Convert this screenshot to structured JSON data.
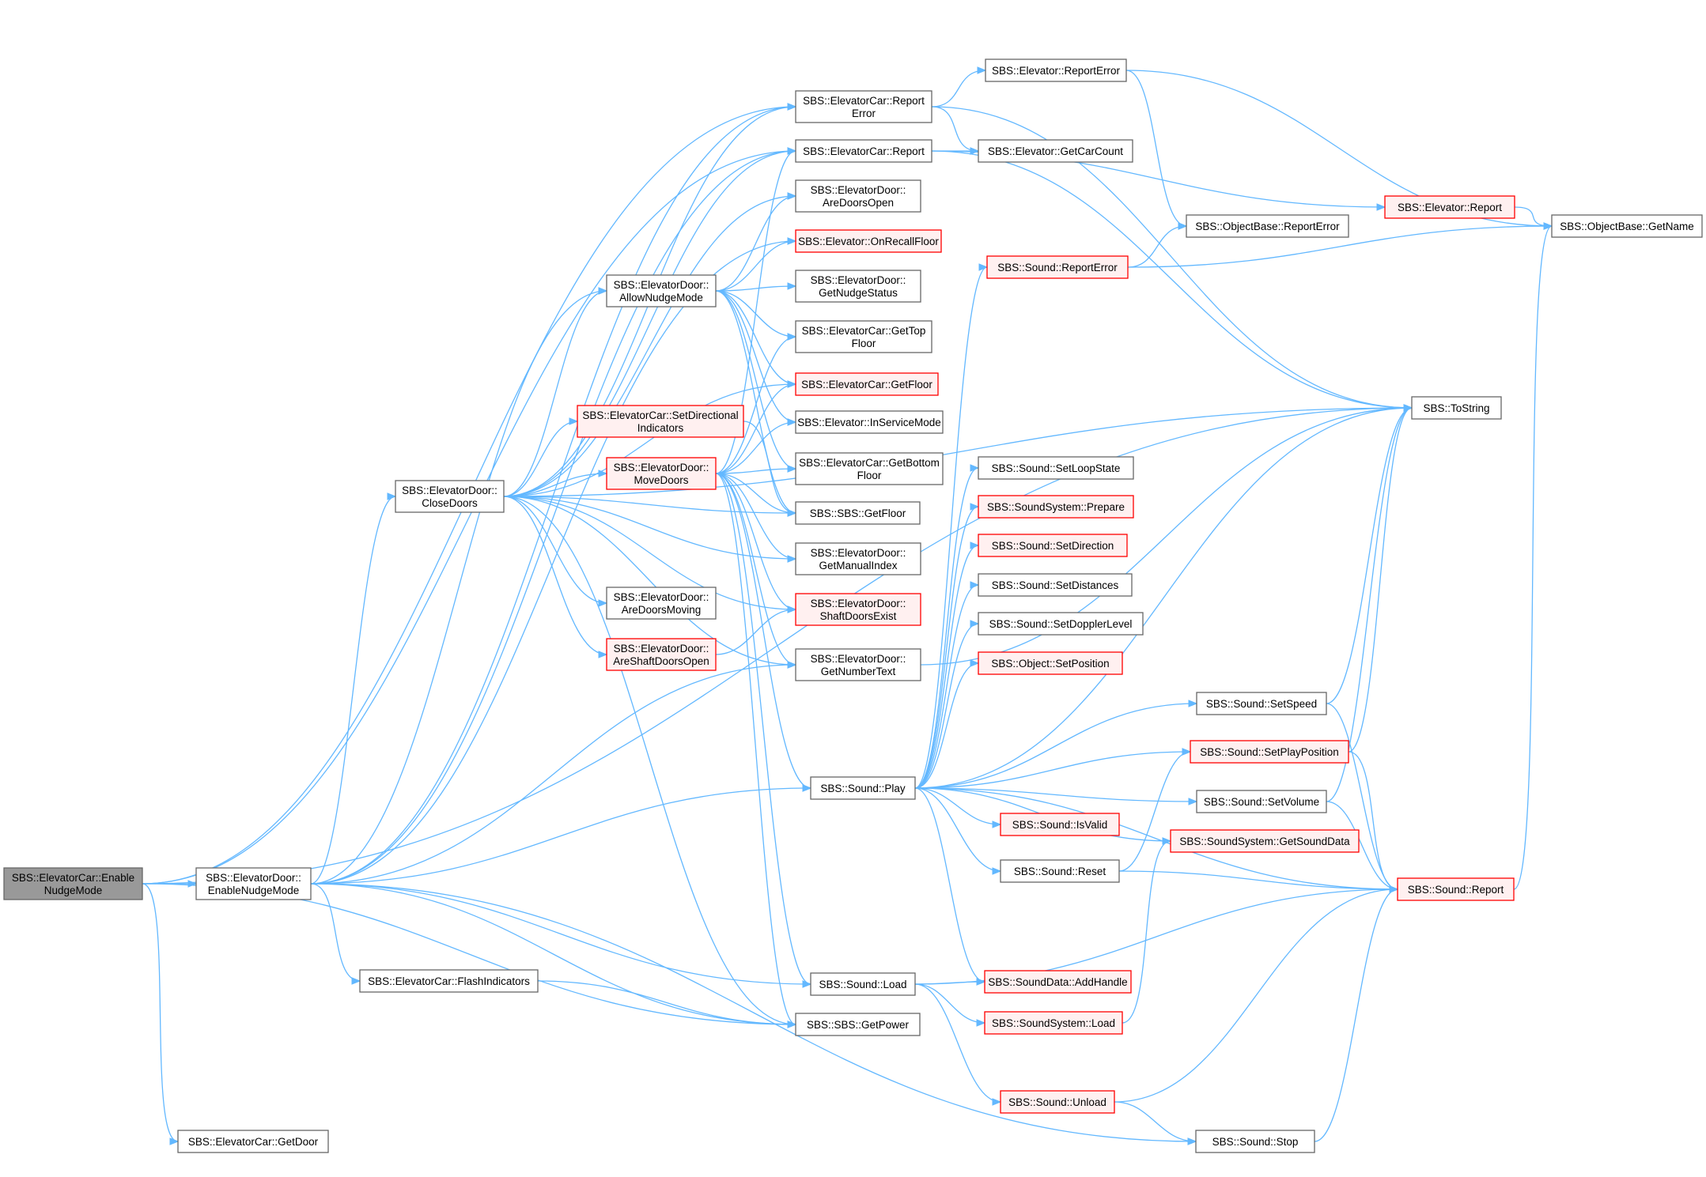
{
  "graph": {
    "colors": {
      "edge": "#63b8ff",
      "root_fill": "#999999",
      "root_stroke": "#666666",
      "default_fill": "#ffffff",
      "default_stroke": "#666666",
      "warn_fill": "#fff0f0",
      "warn_stroke": "#ff0000"
    },
    "nodes": [
      {
        "id": "root",
        "style": "root",
        "lines": [
          "SBS::ElevatorCar::Enable",
          "NudgeMode"
        ]
      },
      {
        "id": "edNudge",
        "style": "default",
        "lines": [
          "SBS::ElevatorDoor::",
          "EnableNudgeMode"
        ]
      },
      {
        "id": "getDoor",
        "style": "default",
        "lines": [
          "SBS::ElevatorCar::GetDoor"
        ]
      },
      {
        "id": "closeDoors",
        "style": "default",
        "lines": [
          "SBS::ElevatorDoor::",
          "CloseDoors"
        ]
      },
      {
        "id": "flash",
        "style": "default",
        "lines": [
          "SBS::ElevatorCar::FlashIndicators"
        ]
      },
      {
        "id": "allowNudge",
        "style": "default",
        "lines": [
          "SBS::ElevatorDoor::",
          "AllowNudgeMode"
        ]
      },
      {
        "id": "setDir",
        "style": "warn",
        "lines": [
          "SBS::ElevatorCar::SetDirectional",
          "Indicators"
        ]
      },
      {
        "id": "moveDoors",
        "style": "warn",
        "lines": [
          "SBS::ElevatorDoor::",
          "MoveDoors"
        ]
      },
      {
        "id": "areMoving",
        "style": "default",
        "lines": [
          "SBS::ElevatorDoor::",
          "AreDoorsMoving"
        ]
      },
      {
        "id": "areShaftOpen",
        "style": "warn",
        "lines": [
          "SBS::ElevatorDoor::",
          "AreShaftDoorsOpen"
        ]
      },
      {
        "id": "carReportErr",
        "style": "default",
        "lines": [
          "SBS::ElevatorCar::Report",
          "Error"
        ]
      },
      {
        "id": "carReport",
        "style": "default",
        "lines": [
          "SBS::ElevatorCar::Report"
        ]
      },
      {
        "id": "areOpen",
        "style": "default",
        "lines": [
          "SBS::ElevatorDoor::",
          "AreDoorsOpen"
        ]
      },
      {
        "id": "onRecall",
        "style": "warn",
        "lines": [
          "SBS::Elevator::OnRecallFloor"
        ]
      },
      {
        "id": "getNudgeStatus",
        "style": "default",
        "lines": [
          "SBS::ElevatorDoor::",
          "GetNudgeStatus"
        ]
      },
      {
        "id": "getTop",
        "style": "default",
        "lines": [
          "SBS::ElevatorCar::GetTop",
          "Floor"
        ]
      },
      {
        "id": "carGetFloor",
        "style": "warn",
        "lines": [
          "SBS::ElevatorCar::GetFloor"
        ]
      },
      {
        "id": "inService",
        "style": "default",
        "lines": [
          "SBS::Elevator::InServiceMode"
        ]
      },
      {
        "id": "getBottom",
        "style": "default",
        "lines": [
          "SBS::ElevatorCar::GetBottom",
          "Floor"
        ]
      },
      {
        "id": "sbsGetFloor",
        "style": "default",
        "lines": [
          "SBS::SBS::GetFloor"
        ]
      },
      {
        "id": "manualIndex",
        "style": "default",
        "lines": [
          "SBS::ElevatorDoor::",
          "GetManualIndex"
        ]
      },
      {
        "id": "shaftExist",
        "style": "warn",
        "lines": [
          "SBS::ElevatorDoor::",
          "ShaftDoorsExist"
        ]
      },
      {
        "id": "numberText",
        "style": "default",
        "lines": [
          "SBS::ElevatorDoor::",
          "GetNumberText"
        ]
      },
      {
        "id": "play",
        "style": "default",
        "lines": [
          "SBS::Sound::Play"
        ]
      },
      {
        "id": "load",
        "style": "default",
        "lines": [
          "SBS::Sound::Load"
        ]
      },
      {
        "id": "getPower",
        "style": "default",
        "lines": [
          "SBS::SBS::GetPower"
        ]
      },
      {
        "id": "elevReportErr",
        "style": "default",
        "lines": [
          "SBS::Elevator::ReportError"
        ]
      },
      {
        "id": "carCount",
        "style": "default",
        "lines": [
          "SBS::Elevator::GetCarCount"
        ]
      },
      {
        "id": "objReportErr",
        "style": "default",
        "lines": [
          "SBS::ObjectBase::ReportError"
        ]
      },
      {
        "id": "elevReport",
        "style": "warn",
        "lines": [
          "SBS::Elevator::Report"
        ]
      },
      {
        "id": "getName",
        "style": "default",
        "lines": [
          "SBS::ObjectBase::GetName"
        ]
      },
      {
        "id": "soundReportErr",
        "style": "warn",
        "lines": [
          "SBS::Sound::ReportError"
        ]
      },
      {
        "id": "toString",
        "style": "default",
        "lines": [
          "SBS::ToString"
        ]
      },
      {
        "id": "loopState",
        "style": "default",
        "lines": [
          "SBS::Sound::SetLoopState"
        ]
      },
      {
        "id": "prepare",
        "style": "warn",
        "lines": [
          "SBS::SoundSystem::Prepare"
        ]
      },
      {
        "id": "setDirection",
        "style": "warn",
        "lines": [
          "SBS::Sound::SetDirection"
        ]
      },
      {
        "id": "setDistances",
        "style": "default",
        "lines": [
          "SBS::Sound::SetDistances"
        ]
      },
      {
        "id": "doppler",
        "style": "default",
        "lines": [
          "SBS::Sound::SetDopplerLevel"
        ]
      },
      {
        "id": "setPosition",
        "style": "warn",
        "lines": [
          "SBS::Object::SetPosition"
        ]
      },
      {
        "id": "setSpeed",
        "style": "default",
        "lines": [
          "SBS::Sound::SetSpeed"
        ]
      },
      {
        "id": "playPos",
        "style": "warn",
        "lines": [
          "SBS::Sound::SetPlayPosition"
        ]
      },
      {
        "id": "isValid",
        "style": "warn",
        "lines": [
          "SBS::Sound::IsValid"
        ]
      },
      {
        "id": "setVolume",
        "style": "default",
        "lines": [
          "SBS::Sound::SetVolume"
        ]
      },
      {
        "id": "getSoundData",
        "style": "warn",
        "lines": [
          "SBS::SoundSystem::GetSoundData"
        ]
      },
      {
        "id": "reset",
        "style": "default",
        "lines": [
          "SBS::Sound::Reset"
        ]
      },
      {
        "id": "soundReport",
        "style": "warn",
        "lines": [
          "SBS::Sound::Report"
        ]
      },
      {
        "id": "addHandle",
        "style": "warn",
        "lines": [
          "SBS::SoundData::AddHandle"
        ]
      },
      {
        "id": "sysLoad",
        "style": "warn",
        "lines": [
          "SBS::SoundSystem::Load"
        ]
      },
      {
        "id": "unload",
        "style": "warn",
        "lines": [
          "SBS::Sound::Unload"
        ]
      },
      {
        "id": "stop",
        "style": "default",
        "lines": [
          "SBS::Sound::Stop"
        ]
      }
    ],
    "edges": [
      [
        "root",
        "edNudge"
      ],
      [
        "root",
        "getDoor"
      ],
      [
        "root",
        "carReportErr"
      ],
      [
        "root",
        "carReport"
      ],
      [
        "root",
        "toString"
      ],
      [
        "root",
        "getPower"
      ],
      [
        "edNudge",
        "closeDoors"
      ],
      [
        "edNudge",
        "flash"
      ],
      [
        "edNudge",
        "allowNudge"
      ],
      [
        "edNudge",
        "carReportErr"
      ],
      [
        "edNudge",
        "carReport"
      ],
      [
        "edNudge",
        "numberText"
      ],
      [
        "edNudge",
        "play"
      ],
      [
        "edNudge",
        "load"
      ],
      [
        "edNudge",
        "getPower"
      ],
      [
        "edNudge",
        "stop"
      ],
      [
        "edNudge",
        "onRecall"
      ],
      [
        "closeDoors",
        "allowNudge"
      ],
      [
        "closeDoors",
        "setDir"
      ],
      [
        "closeDoors",
        "moveDoors"
      ],
      [
        "closeDoors",
        "areMoving"
      ],
      [
        "closeDoors",
        "areShaftOpen"
      ],
      [
        "closeDoors",
        "carReportErr"
      ],
      [
        "closeDoors",
        "carReport"
      ],
      [
        "closeDoors",
        "areOpen"
      ],
      [
        "closeDoors",
        "carGetFloor"
      ],
      [
        "closeDoors",
        "sbsGetFloor"
      ],
      [
        "closeDoors",
        "manualIndex"
      ],
      [
        "closeDoors",
        "shaftExist"
      ],
      [
        "closeDoors",
        "numberText"
      ],
      [
        "closeDoors",
        "getPower"
      ],
      [
        "closeDoors",
        "toString"
      ],
      [
        "flash",
        "getPower"
      ],
      [
        "allowNudge",
        "areOpen"
      ],
      [
        "allowNudge",
        "onRecall"
      ],
      [
        "allowNudge",
        "getNudgeStatus"
      ],
      [
        "allowNudge",
        "getTop"
      ],
      [
        "allowNudge",
        "carGetFloor"
      ],
      [
        "allowNudge",
        "inService"
      ],
      [
        "allowNudge",
        "getBottom"
      ],
      [
        "allowNudge",
        "sbsGetFloor"
      ],
      [
        "setDir",
        "sbsGetFloor"
      ],
      [
        "moveDoors",
        "carReport"
      ],
      [
        "moveDoors",
        "getTop"
      ],
      [
        "moveDoors",
        "carGetFloor"
      ],
      [
        "moveDoors",
        "inService"
      ],
      [
        "moveDoors",
        "getBottom"
      ],
      [
        "moveDoors",
        "sbsGetFloor"
      ],
      [
        "moveDoors",
        "manualIndex"
      ],
      [
        "moveDoors",
        "shaftExist"
      ],
      [
        "moveDoors",
        "numberText"
      ],
      [
        "moveDoors",
        "play"
      ],
      [
        "moveDoors",
        "load"
      ],
      [
        "moveDoors",
        "getPower"
      ],
      [
        "areShaftOpen",
        "shaftExist"
      ],
      [
        "carReportErr",
        "elevReportErr"
      ],
      [
        "carReportErr",
        "carCount"
      ],
      [
        "carReportErr",
        "toString"
      ],
      [
        "carReport",
        "carCount"
      ],
      [
        "carReport",
        "elevReport"
      ],
      [
        "carReport",
        "toString"
      ],
      [
        "elevReportErr",
        "objReportErr"
      ],
      [
        "elevReportErr",
        "getName"
      ],
      [
        "elevReport",
        "getName"
      ],
      [
        "soundReportErr",
        "objReportErr"
      ],
      [
        "soundReportErr",
        "getName"
      ],
      [
        "numberText",
        "toString"
      ],
      [
        "play",
        "soundReportErr"
      ],
      [
        "play",
        "toString"
      ],
      [
        "play",
        "loopState"
      ],
      [
        "play",
        "prepare"
      ],
      [
        "play",
        "setDirection"
      ],
      [
        "play",
        "setDistances"
      ],
      [
        "play",
        "doppler"
      ],
      [
        "play",
        "setPosition"
      ],
      [
        "play",
        "setSpeed"
      ],
      [
        "play",
        "playPos"
      ],
      [
        "play",
        "isValid"
      ],
      [
        "play",
        "getSoundData"
      ],
      [
        "play",
        "reset"
      ],
      [
        "play",
        "soundReport"
      ],
      [
        "play",
        "addHandle"
      ],
      [
        "play",
        "setVolume"
      ],
      [
        "load",
        "addHandle"
      ],
      [
        "load",
        "sysLoad"
      ],
      [
        "load",
        "unload"
      ],
      [
        "load",
        "soundReport"
      ],
      [
        "sysLoad",
        "getSoundData"
      ],
      [
        "unload",
        "stop"
      ],
      [
        "unload",
        "soundReport"
      ],
      [
        "reset",
        "playPos"
      ],
      [
        "reset",
        "soundReport"
      ],
      [
        "setSpeed",
        "toString"
      ],
      [
        "setSpeed",
        "soundReport"
      ],
      [
        "playPos",
        "toString"
      ],
      [
        "playPos",
        "soundReport"
      ],
      [
        "setVolume",
        "toString"
      ],
      [
        "setVolume",
        "soundReport"
      ],
      [
        "stop",
        "soundReport"
      ],
      [
        "soundReport",
        "getName"
      ]
    ]
  }
}
